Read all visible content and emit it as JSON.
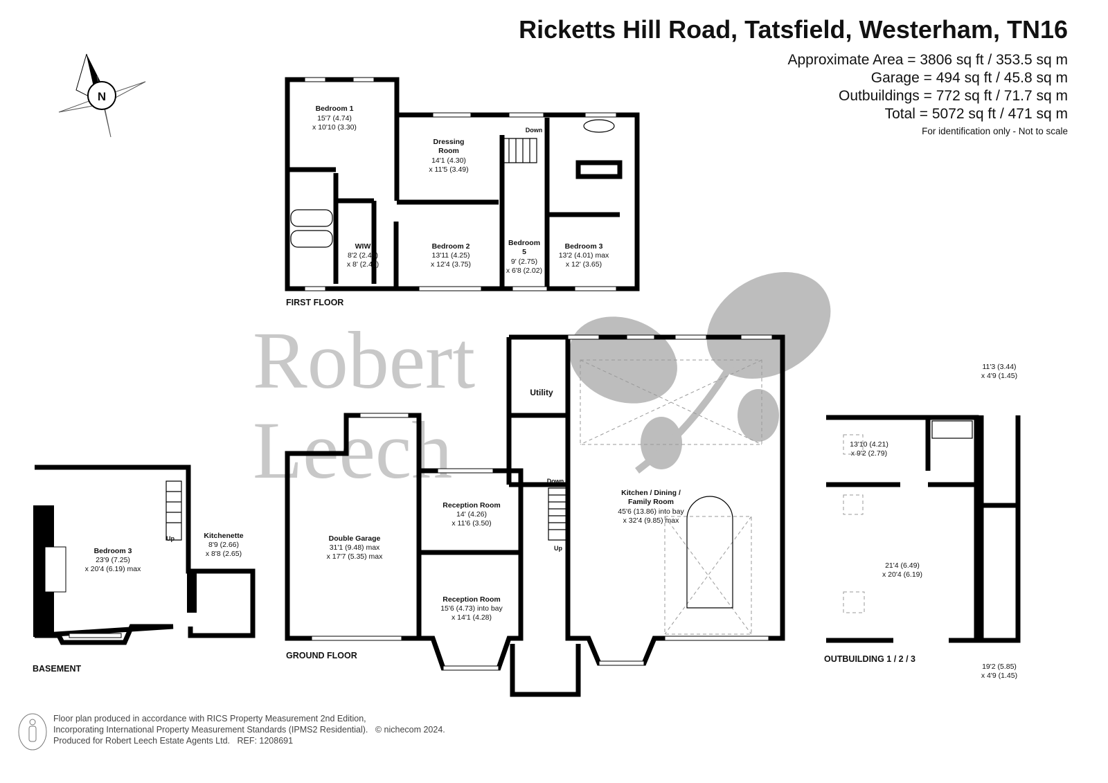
{
  "header": {
    "title": "Ricketts Hill Road, Tatsfield, Westerham, TN16",
    "areas": [
      "Approximate Area = 3806 sq ft / 353.5 sq m",
      "Garage = 494 sq ft / 45.8 sq m",
      "Outbuildings = 772 sq ft / 71.7 sq m",
      "Total = 5072 sq ft / 471 sq m"
    ],
    "note": "For identification only - Not to scale"
  },
  "compass": {
    "label": "N"
  },
  "watermark": {
    "line1": "Robert",
    "line2": "Leech"
  },
  "floors": {
    "first": "FIRST FLOOR",
    "ground": "GROUND FLOOR",
    "basement": "BASEMENT",
    "outbuilding": "OUTBUILDING 1 / 2 / 3"
  },
  "rooms": {
    "bedroom1": {
      "name": "Bedroom 1",
      "dim1": "15'7 (4.74)",
      "dim2": "x 10'10 (3.30)"
    },
    "dressing": {
      "name": "Dressing",
      "name2": "Room",
      "dim1": "14'1 (4.30)",
      "dim2": "x 11'5 (3.49)"
    },
    "wiw": {
      "name": "WIW",
      "dim1": "8'2 (2.48)",
      "dim2": "x 8' (2.45)"
    },
    "bedroom2": {
      "name": "Bedroom 2",
      "dim1": "13'11 (4.25)",
      "dim2": "x 12'4 (3.75)"
    },
    "bedroom5": {
      "name": "Bedroom",
      "name2": "5",
      "dim1": "9' (2.75)",
      "dim2": "x 6'8 (2.02)"
    },
    "bedroom3ff": {
      "name": "Bedroom 3",
      "dim1": "13'2 (4.01) max",
      "dim2": "x 12' (3.65)"
    },
    "utility": {
      "name": "Utility"
    },
    "kitchen": {
      "name": "Kitchen / Dining /",
      "name2": "Family Room",
      "dim1": "45'6 (13.86) into bay",
      "dim2": "x 32'4 (9.85) max"
    },
    "reception1": {
      "name": "Reception Room",
      "dim1": "14' (4.26)",
      "dim2": "x 11'6 (3.50)"
    },
    "reception2": {
      "name": "Reception Room",
      "dim1": "15'6 (4.73) into bay",
      "dim2": "x 14'1 (4.28)"
    },
    "garage": {
      "name": "Double Garage",
      "dim1": "31'1 (9.48) max",
      "dim2": "x 17'7 (5.35) max"
    },
    "bedroom3b": {
      "name": "Bedroom 3",
      "dim1": "23'9 (7.25)",
      "dim2": "x 20'4 (6.19) max"
    },
    "kitchenette": {
      "name": "Kitchenette",
      "dim1": "8'9 (2.66)",
      "dim2": "x 8'8 (2.65)"
    },
    "out1": {
      "dim1": "13'10 (4.21)",
      "dim2": "x 9'2 (2.79)"
    },
    "out2": {
      "dim1": "21'4 (6.49)",
      "dim2": "x 20'4 (6.19)"
    },
    "out3": {
      "dim1": "11'3 (3.44)",
      "dim2": "x 4'9 (1.45)"
    },
    "out4": {
      "dim1": "19'2 (5.85)",
      "dim2": "x 4'9 (1.45)"
    }
  },
  "stairs": {
    "down": "Down",
    "down2": "Down",
    "up": "Up",
    "up2": "Up"
  },
  "footer": {
    "line1": "Floor plan produced in accordance with RICS Property Measurement 2nd Edition,",
    "line2": "Incorporating International Property Measurement Standards (IPMS2 Residential).",
    "copyright": "© nichecom 2024.",
    "line3": "Produced for Robert Leech Estate Agents Ltd.",
    "ref": "REF: 1208691"
  }
}
